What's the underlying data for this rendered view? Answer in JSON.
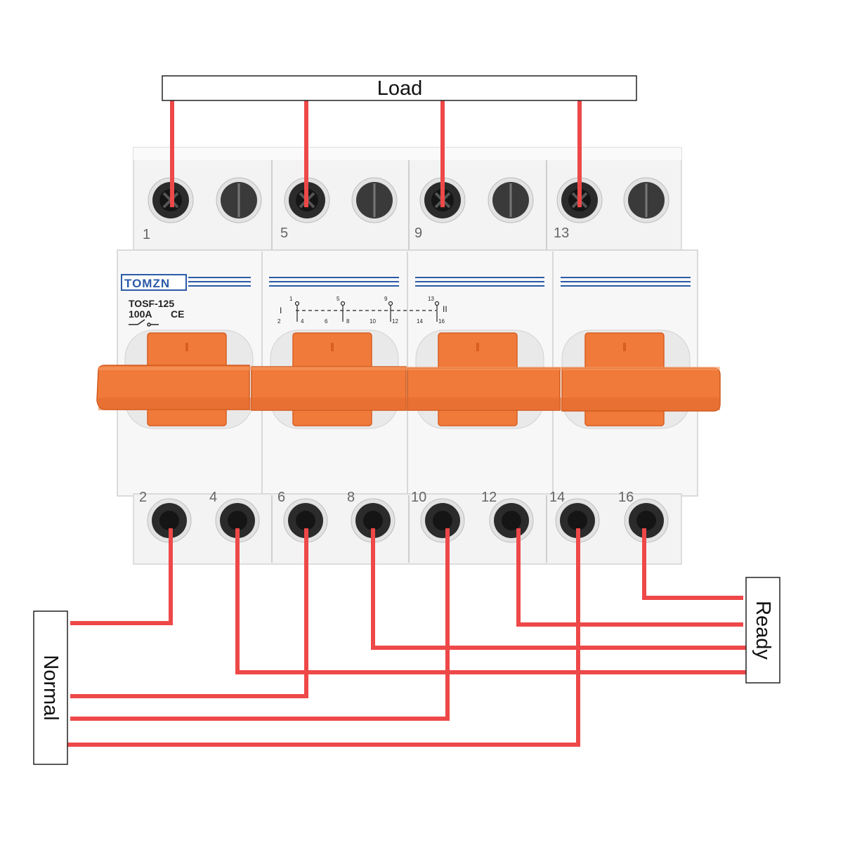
{
  "labels": {
    "load": "Load",
    "normal": "Normal",
    "ready": "Ready"
  },
  "device": {
    "brand": "TOMZN",
    "model": "TOSF-125",
    "rating": "100A",
    "ce_mark": "CE",
    "poles": 4,
    "top_terminals": [
      "1",
      "5",
      "9",
      "13"
    ],
    "bottom_terminals": [
      "2",
      "4",
      "6",
      "8",
      "10",
      "12",
      "14",
      "16"
    ],
    "schematic": {
      "position_one": "I",
      "position_two": "II",
      "top_numbers": [
        "1",
        "5",
        "9",
        "13"
      ],
      "bottom_numbers": [
        "2",
        "4",
        "6",
        "8",
        "10",
        "12",
        "14",
        "16"
      ]
    }
  },
  "colors": {
    "wire": "#ee4848",
    "handle": "#f07a3a",
    "handle_dark": "#d85e22",
    "body": "#f2f2f2",
    "brand_blue": "#2b5aa8"
  }
}
